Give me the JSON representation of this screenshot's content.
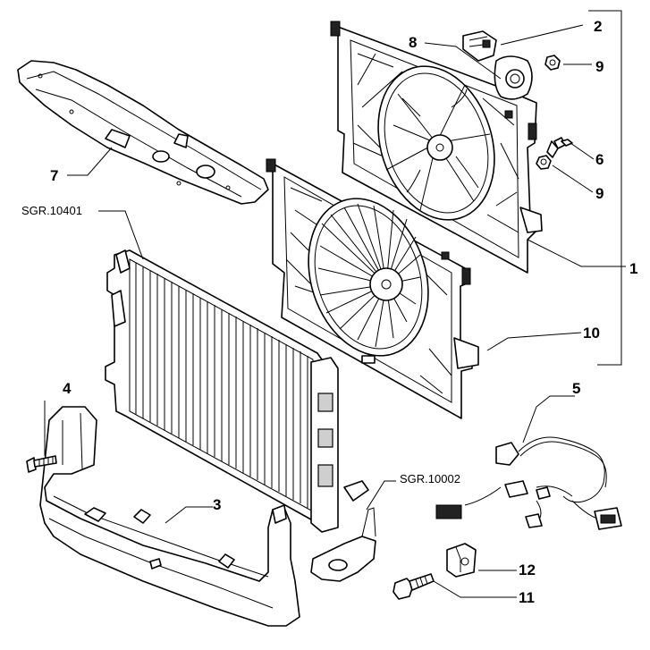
{
  "callouts": [
    {
      "id": "c1",
      "text": "1"
    },
    {
      "id": "c2",
      "text": "2"
    },
    {
      "id": "c3",
      "text": "3"
    },
    {
      "id": "c4",
      "text": "4"
    },
    {
      "id": "c5",
      "text": "5"
    },
    {
      "id": "c6",
      "text": "6"
    },
    {
      "id": "c7",
      "text": "7"
    },
    {
      "id": "c8",
      "text": "8"
    },
    {
      "id": "c9a",
      "text": "9"
    },
    {
      "id": "c9b",
      "text": "9"
    },
    {
      "id": "c10",
      "text": "10"
    },
    {
      "id": "c11",
      "text": "11"
    },
    {
      "id": "c12",
      "text": "12"
    }
  ],
  "references": {
    "radiator": "SGR.10401",
    "bracket": "SGR.10002"
  }
}
